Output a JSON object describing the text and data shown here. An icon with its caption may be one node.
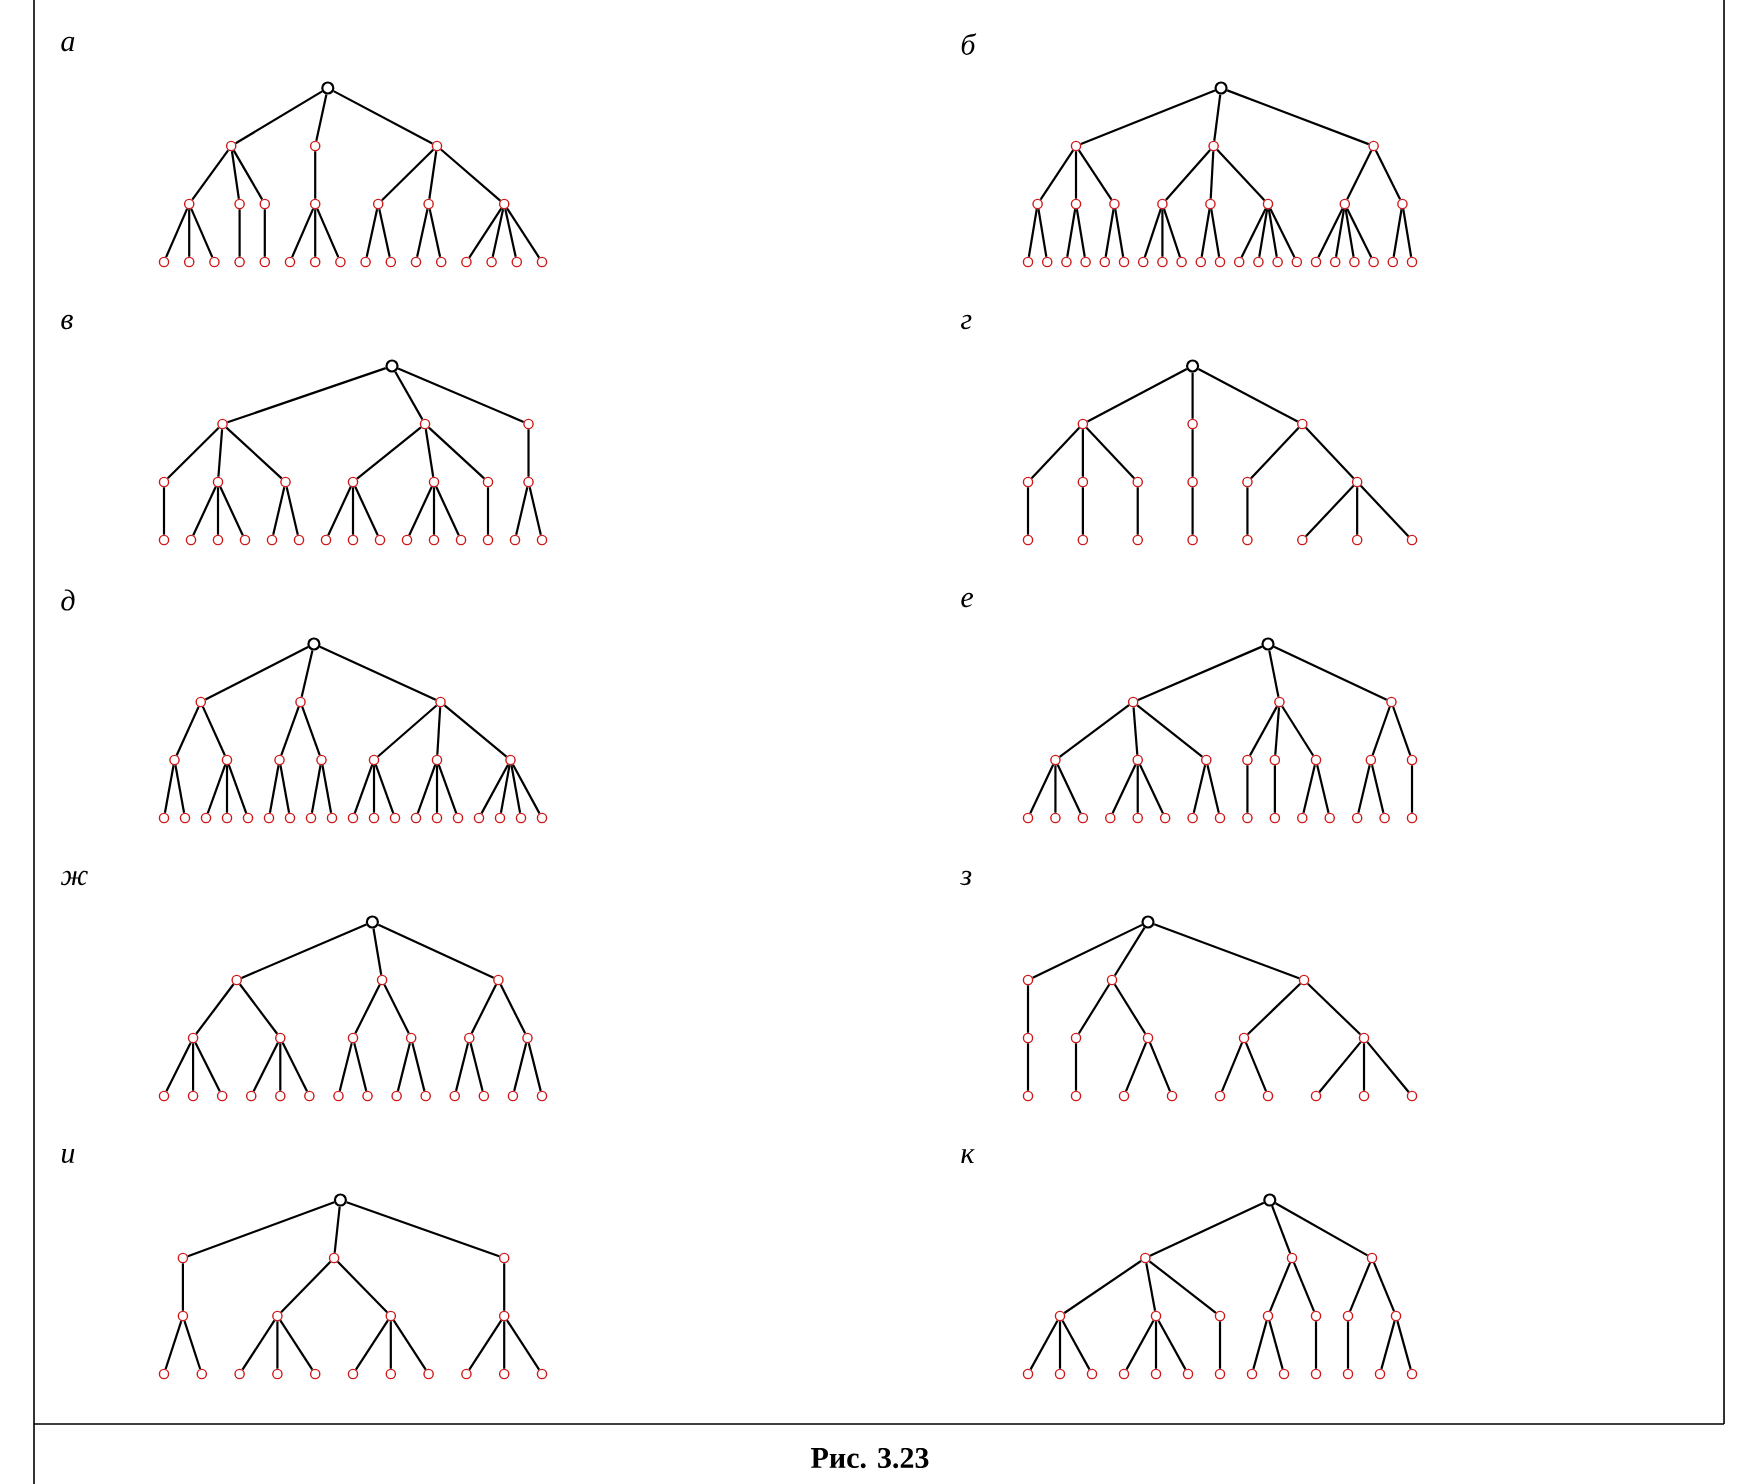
{
  "diagram": {
    "caption": "Рис. 3.23",
    "labels": [
      "а",
      "б",
      "в",
      "г",
      "д",
      "е",
      "ж",
      "з",
      "и",
      "к"
    ],
    "nodes": [
      {
        "text": [],
        "shape": "circle"
      },
      {
        "text": [],
        "shape": "circle"
      },
      {
        "text": [],
        "shape": "circle"
      },
      {
        "text": [],
        "shape": "circle"
      },
      {
        "text": [],
        "shape": "circle"
      },
      {
        "text": [],
        "shape": "circle"
      },
      {
        "text": [],
        "shape": "circle"
      },
      {
        "text": [],
        "shape": "circle"
      },
      {
        "text": [],
        "shape": "circle"
      },
      {
        "text": [],
        "shape": "circle"
      },
      {
        "text": [],
        "shape": "circle"
      },
      {
        "text": [],
        "shape": "circle"
      },
      {
        "text": [],
        "shape": "circle"
      },
      {
        "text": [],
        "shape": "circle"
      },
      {
        "text": [],
        "shape": "circle"
      },
      {
        "text": [],
        "shape": "circle"
      },
      {
        "text": [],
        "shape": "circle"
      },
      {
        "text": [],
        "shape": "circle"
      },
      {
        "text": [],
        "shape": "circle"
      },
      {
        "text": [],
        "shape": "circle"
      },
      {
        "text": [],
        "shape": "circle"
      },
      {
        "text": [],
        "shape": "circle"
      },
      {
        "text": [],
        "shape": "circle"
      },
      {
        "text": [],
        "shape": "circle"
      },
      {
        "text": [],
        "shape": "circle"
      },
      {
        "text": [],
        "shape": "circle"
      },
      {
        "text": [],
        "shape": "circle"
      },
      {
        "text": [],
        "shape": "circle"
      },
      {
        "text": [],
        "shape": "circle"
      },
      {
        "text": [],
        "shape": "circle"
      },
      {
        "text": [],
        "shape": "circle"
      },
      {
        "text": [],
        "shape": "circle"
      },
      {
        "text": [],
        "shape": "circle"
      },
      {
        "text": [],
        "shape": "circle"
      },
      {
        "text": [],
        "shape": "circle"
      },
      {
        "text": [],
        "shape": "circle"
      },
      {
        "text": [],
        "shape": "circle"
      },
      {
        "text": [],
        "shape": "circle"
      },
      {
        "text": [],
        "shape": "circle"
      },
      {
        "text": [],
        "shape": "circle"
      },
      {
        "text": [],
        "shape": "circle"
      },
      {
        "text": [],
        "shape": "circle"
      },
      {
        "text": [],
        "shape": "circle"
      },
      {
        "text": [],
        "shape": "circle"
      },
      {
        "text": [],
        "shape": "circle"
      },
      {
        "text": [],
        "shape": "circle"
      },
      {
        "text": [],
        "shape": "circle"
      },
      {
        "text": [],
        "shape": "circle"
      },
      {
        "text": [],
        "shape": "circle"
      },
      {
        "text": [],
        "shape": "circle"
      },
      {
        "text": [],
        "shape": "circle"
      },
      {
        "text": [],
        "shape": "circle"
      },
      {
        "text": [],
        "shape": "circle"
      },
      {
        "text": [],
        "shape": "circle"
      },
      {
        "text": [],
        "shape": "circle"
      },
      {
        "text": [],
        "shape": "circle"
      },
      {
        "text": [],
        "shape": "circle"
      },
      {
        "text": [],
        "shape": "circle"
      },
      {
        "text": [],
        "shape": "circle"
      },
      {
        "text": [],
        "shape": "circle"
      },
      {
        "text": [],
        "shape": "circle"
      },
      {
        "text": [],
        "shape": "circle"
      },
      {
        "text": [],
        "shape": "circle"
      },
      {
        "text": [],
        "shape": "circle"
      },
      {
        "text": [],
        "shape": "circle"
      },
      {
        "text": [],
        "shape": "circle"
      },
      {
        "text": [],
        "shape": "circle"
      },
      {
        "text": [],
        "shape": "circle"
      },
      {
        "text": [],
        "shape": "circle"
      },
      {
        "text": [],
        "shape": "circle"
      },
      {
        "text": [],
        "shape": "circle"
      },
      {
        "text": [],
        "shape": "circle"
      },
      {
        "text": [],
        "shape": "circle"
      },
      {
        "text": [],
        "shape": "circle"
      },
      {
        "text": [],
        "shape": "circle"
      },
      {
        "text": [],
        "shape": "circle"
      },
      {
        "text": [],
        "shape": "circle"
      },
      {
        "text": [],
        "shape": "circle"
      },
      {
        "text": [],
        "shape": "circle"
      },
      {
        "text": [],
        "shape": "circle"
      },
      {
        "text": [],
        "shape": "circle"
      },
      {
        "text": [],
        "shape": "circle"
      },
      {
        "text": [],
        "shape": "circle"
      },
      {
        "text": [],
        "shape": "circle"
      },
      {
        "text": [],
        "shape": "circle"
      },
      {
        "text": [],
        "shape": "circle"
      },
      {
        "text": [],
        "shape": "circle"
      },
      {
        "text": [],
        "shape": "circle"
      },
      {
        "text": [],
        "shape": "circle"
      },
      {
        "text": [],
        "shape": "circle"
      },
      {
        "text": [],
        "shape": "circle"
      },
      {
        "text": [],
        "shape": "circle"
      },
      {
        "text": [],
        "shape": "circle"
      },
      {
        "text": [],
        "shape": "circle"
      },
      {
        "text": [],
        "shape": "circle"
      },
      {
        "text": [],
        "shape": "circle"
      },
      {
        "text": [],
        "shape": "circle"
      },
      {
        "text": [],
        "shape": "circle"
      },
      {
        "text": [],
        "shape": "circle"
      },
      {
        "text": [],
        "shape": "circle"
      },
      {
        "text": [],
        "shape": "circle"
      },
      {
        "text": [],
        "shape": "circle"
      },
      {
        "text": [],
        "shape": "circle"
      },
      {
        "text": [],
        "shape": "circle"
      },
      {
        "text": [],
        "shape": "circle"
      },
      {
        "text": [],
        "shape": "circle"
      },
      {
        "text": [],
        "shape": "circle"
      },
      {
        "text": [],
        "shape": "circle"
      },
      {
        "text": [],
        "shape": "circle"
      },
      {
        "text": [],
        "shape": "circle"
      },
      {
        "text": [],
        "shape": "circle"
      },
      {
        "text": [],
        "shape": "circle"
      },
      {
        "text": [],
        "shape": "circle"
      },
      {
        "text": [],
        "shape": "circle"
      },
      {
        "text": [],
        "shape": "circle"
      },
      {
        "text": [],
        "shape": "circle"
      },
      {
        "text": [],
        "shape": "circle"
      },
      {
        "text": [],
        "shape": "circle"
      },
      {
        "text": [],
        "shape": "circle"
      },
      {
        "text": [],
        "shape": "circle"
      },
      {
        "text": [],
        "shape": "circle"
      },
      {
        "text": [],
        "shape": "circle"
      },
      {
        "text": [],
        "shape": "circle"
      },
      {
        "text": [],
        "shape": "circle"
      },
      {
        "text": [],
        "shape": "circle"
      },
      {
        "text": [],
        "shape": "circle"
      },
      {
        "text": [],
        "shape": "circle"
      },
      {
        "text": [],
        "shape": "circle"
      },
      {
        "text": [],
        "shape": "circle"
      },
      {
        "text": [],
        "shape": "circle"
      },
      {
        "text": [],
        "shape": "circle"
      },
      {
        "text": [],
        "shape": "circle"
      },
      {
        "text": [],
        "shape": "circle"
      },
      {
        "text": [],
        "shape": "circle"
      },
      {
        "text": [],
        "shape": "circle"
      },
      {
        "text": [],
        "shape": "circle"
      },
      {
        "text": [],
        "shape": "circle"
      },
      {
        "text": [],
        "shape": "circle"
      },
      {
        "text": [],
        "shape": "circle"
      },
      {
        "text": [],
        "shape": "circle"
      },
      {
        "text": [],
        "shape": "circle"
      },
      {
        "text": [],
        "shape": "circle"
      },
      {
        "text": [],
        "shape": "circle"
      },
      {
        "text": [],
        "shape": "circle"
      },
      {
        "text": [],
        "shape": "circle"
      },
      {
        "text": [],
        "shape": "circle"
      },
      {
        "text": [],
        "shape": "circle"
      },
      {
        "text": [],
        "shape": "circle"
      },
      {
        "text": [],
        "shape": "circle"
      },
      {
        "text": [],
        "shape": "circle"
      },
      {
        "text": [],
        "shape": "circle"
      },
      {
        "text": [],
        "shape": "circle"
      },
      {
        "text": [],
        "shape": "circle"
      },
      {
        "text": [],
        "shape": "circle"
      },
      {
        "text": [],
        "shape": "circle"
      },
      {
        "text": [],
        "shape": "circle"
      },
      {
        "text": [],
        "shape": "circle"
      },
      {
        "text": [],
        "shape": "circle"
      },
      {
        "text": [],
        "shape": "circle"
      },
      {
        "text": [],
        "shape": "circle"
      },
      {
        "text": [],
        "shape": "circle"
      },
      {
        "text": [],
        "shape": "circle"
      },
      {
        "text": [],
        "shape": "circle"
      },
      {
        "text": [],
        "shape": "circle"
      },
      {
        "text": [],
        "shape": "circle"
      },
      {
        "text": [],
        "shape": "circle"
      },
      {
        "text": [],
        "shape": "circle"
      },
      {
        "text": [],
        "shape": "circle"
      },
      {
        "text": [],
        "shape": "circle"
      },
      {
        "text": [],
        "shape": "circle"
      },
      {
        "text": [],
        "shape": "circle"
      },
      {
        "text": [],
        "shape": "circle"
      },
      {
        "text": [],
        "shape": "circle"
      },
      {
        "text": [],
        "shape": "circle"
      },
      {
        "text": [],
        "shape": "circle"
      },
      {
        "text": [],
        "shape": "circle"
      },
      {
        "text": [],
        "shape": "circle"
      },
      {
        "text": [],
        "shape": "circle"
      },
      {
        "text": [],
        "shape": "circle"
      },
      {
        "text": [],
        "shape": "circle"
      },
      {
        "text": [],
        "shape": "circle"
      },
      {
        "text": [],
        "shape": "circle"
      },
      {
        "text": [],
        "shape": "circle"
      },
      {
        "text": [],
        "shape": "circle"
      },
      {
        "text": [],
        "shape": "circle"
      },
      {
        "text": [],
        "shape": "circle"
      },
      {
        "text": [],
        "shape": "circle"
      },
      {
        "text": [],
        "shape": "circle"
      },
      {
        "text": [],
        "shape": "circle"
      },
      {
        "text": [],
        "shape": "circle"
      },
      {
        "text": [],
        "shape": "circle"
      },
      {
        "text": [],
        "shape": "circle"
      },
      {
        "text": [],
        "shape": "circle"
      },
      {
        "text": [],
        "shape": "circle"
      },
      {
        "text": [],
        "shape": "circle"
      },
      {
        "text": [],
        "shape": "circle"
      },
      {
        "text": [],
        "shape": "circle"
      },
      {
        "text": [],
        "shape": "circle"
      },
      {
        "text": [],
        "shape": "circle"
      },
      {
        "text": [],
        "shape": "circle"
      },
      {
        "text": [],
        "shape": "circle"
      },
      {
        "text": [],
        "shape": "circle"
      },
      {
        "text": [],
        "shape": "circle"
      },
      {
        "text": [],
        "shape": "circle"
      },
      {
        "text": [],
        "shape": "circle"
      },
      {
        "text": [],
        "shape": "circle"
      },
      {
        "text": [],
        "shape": "circle"
      },
      {
        "text": [],
        "shape": "circle"
      },
      {
        "text": [],
        "shape": "circle"
      },
      {
        "text": [],
        "shape": "circle"
      },
      {
        "text": [],
        "shape": "circle"
      },
      {
        "text": [],
        "shape": "circle"
      },
      {
        "text": [],
        "shape": "circle"
      },
      {
        "text": [],
        "shape": "circle"
      },
      {
        "text": [],
        "shape": "circle"
      },
      {
        "text": [],
        "shape": "circle"
      },
      {
        "text": [],
        "shape": "circle"
      },
      {
        "text": [],
        "shape": "circle"
      },
      {
        "text": [],
        "shape": "circle"
      },
      {
        "text": [],
        "shape": "circle"
      },
      {
        "text": [],
        "shape": "circle"
      },
      {
        "text": [],
        "shape": "circle"
      },
      {
        "text": [],
        "shape": "circle"
      },
      {
        "text": [],
        "shape": "circle"
      },
      {
        "text": [],
        "shape": "circle"
      },
      {
        "text": [],
        "shape": "circle"
      },
      {
        "text": [],
        "shape": "circle"
      },
      {
        "text": [],
        "shape": "circle"
      },
      {
        "text": [],
        "shape": "circle"
      },
      {
        "text": [],
        "shape": "circle"
      },
      {
        "text": [],
        "shape": "circle"
      },
      {
        "text": [],
        "shape": "circle"
      },
      {
        "text": [],
        "shape": "circle"
      },
      {
        "text": [],
        "shape": "circle"
      },
      {
        "text": [],
        "shape": "circle"
      },
      {
        "text": [],
        "shape": "circle"
      },
      {
        "text": [],
        "shape": "circle"
      },
      {
        "text": [],
        "shape": "circle"
      },
      {
        "text": [],
        "shape": "circle"
      },
      {
        "text": [],
        "shape": "circle"
      },
      {
        "text": [],
        "shape": "circle"
      },
      {
        "text": [],
        "shape": "circle"
      },
      {
        "text": [],
        "shape": "circle"
      },
      {
        "text": [],
        "shape": "circle"
      },
      {
        "text": [],
        "shape": "circle"
      },
      {
        "text": [],
        "shape": "circle"
      }
    ],
    "edges": [
      {
        "from": 0,
        "to": 1,
        "arrow": "none"
      },
      {
        "from": 0,
        "to": 2,
        "arrow": "none"
      },
      {
        "from": 0,
        "to": 3,
        "arrow": "none"
      },
      {
        "from": 1,
        "to": 4,
        "arrow": "none"
      },
      {
        "from": 1,
        "to": 5,
        "arrow": "none"
      },
      {
        "from": 1,
        "to": 6,
        "arrow": "none"
      },
      {
        "from": 2,
        "to": 7,
        "arrow": "none"
      },
      {
        "from": 3,
        "to": 8,
        "arrow": "none"
      },
      {
        "from": 3,
        "to": 9,
        "arrow": "none"
      },
      {
        "from": 3,
        "to": 10,
        "arrow": "none"
      },
      {
        "from": 4,
        "to": 11,
        "arrow": "none"
      },
      {
        "from": 4,
        "to": 12,
        "arrow": "none"
      },
      {
        "from": 4,
        "to": 13,
        "arrow": "none"
      },
      {
        "from": 5,
        "to": 14,
        "arrow": "none"
      },
      {
        "from": 6,
        "to": 15,
        "arrow": "none"
      },
      {
        "from": 7,
        "to": 16,
        "arrow": "none"
      },
      {
        "from": 7,
        "to": 17,
        "arrow": "none"
      },
      {
        "from": 7,
        "to": 18,
        "arrow": "none"
      },
      {
        "from": 8,
        "to": 19,
        "arrow": "none"
      },
      {
        "from": 8,
        "to": 20,
        "arrow": "none"
      },
      {
        "from": 9,
        "to": 21,
        "arrow": "none"
      },
      {
        "from": 9,
        "to": 22,
        "arrow": "none"
      },
      {
        "from": 10,
        "to": 23,
        "arrow": "none"
      },
      {
        "from": 10,
        "to": 24,
        "arrow": "none"
      },
      {
        "from": 10,
        "to": 25,
        "arrow": "none"
      },
      {
        "from": 10,
        "to": 26,
        "arrow": "none"
      },
      {
        "from": 27,
        "to": 28,
        "arrow": "none"
      },
      {
        "from": 27,
        "to": 29,
        "arrow": "none"
      },
      {
        "from": 27,
        "to": 30,
        "arrow": "none"
      },
      {
        "from": 28,
        "to": 31,
        "arrow": "none"
      },
      {
        "from": 28,
        "to": 32,
        "arrow": "none"
      },
      {
        "from": 28,
        "to": 33,
        "arrow": "none"
      },
      {
        "from": 29,
        "to": 34,
        "arrow": "none"
      },
      {
        "from": 29,
        "to": 35,
        "arrow": "none"
      },
      {
        "from": 29,
        "to": 36,
        "arrow": "none"
      },
      {
        "from": 30,
        "to": 37,
        "arrow": "none"
      },
      {
        "from": 30,
        "to": 38,
        "arrow": "none"
      },
      {
        "from": 31,
        "to": 39,
        "arrow": "none"
      },
      {
        "from": 31,
        "to": 40,
        "arrow": "none"
      },
      {
        "from": 32,
        "to": 41,
        "arrow": "none"
      },
      {
        "from": 32,
        "to": 42,
        "arrow": "none"
      },
      {
        "from": 33,
        "to": 43,
        "arrow": "none"
      },
      {
        "from": 33,
        "to": 44,
        "arrow": "none"
      },
      {
        "from": 34,
        "to": 45,
        "arrow": "none"
      },
      {
        "from": 34,
        "to": 46,
        "arrow": "none"
      },
      {
        "from": 34,
        "to": 47,
        "arrow": "none"
      },
      {
        "from": 35,
        "to": 48,
        "arrow": "none"
      },
      {
        "from": 35,
        "to": 49,
        "arrow": "none"
      },
      {
        "from": 36,
        "to": 50,
        "arrow": "none"
      },
      {
        "from": 36,
        "to": 51,
        "arrow": "none"
      },
      {
        "from": 36,
        "to": 52,
        "arrow": "none"
      },
      {
        "from": 36,
        "to": 53,
        "arrow": "none"
      },
      {
        "from": 37,
        "to": 54,
        "arrow": "none"
      },
      {
        "from": 37,
        "to": 55,
        "arrow": "none"
      },
      {
        "from": 37,
        "to": 56,
        "arrow": "none"
      },
      {
        "from": 37,
        "to": 57,
        "arrow": "none"
      },
      {
        "from": 38,
        "to": 58,
        "arrow": "none"
      },
      {
        "from": 38,
        "to": 59,
        "arrow": "none"
      },
      {
        "from": 60,
        "to": 61,
        "arrow": "none"
      },
      {
        "from": 60,
        "to": 62,
        "arrow": "none"
      },
      {
        "from": 60,
        "to": 63,
        "arrow": "none"
      },
      {
        "from": 61,
        "to": 64,
        "arrow": "none"
      },
      {
        "from": 61,
        "to": 65,
        "arrow": "none"
      },
      {
        "from": 61,
        "to": 66,
        "arrow": "none"
      },
      {
        "from": 62,
        "to": 67,
        "arrow": "none"
      },
      {
        "from": 62,
        "to": 68,
        "arrow": "none"
      },
      {
        "from": 62,
        "to": 69,
        "arrow": "none"
      },
      {
        "from": 63,
        "to": 70,
        "arrow": "none"
      },
      {
        "from": 64,
        "to": 71,
        "arrow": "none"
      },
      {
        "from": 65,
        "to": 72,
        "arrow": "none"
      },
      {
        "from": 65,
        "to": 73,
        "arrow": "none"
      },
      {
        "from": 65,
        "to": 74,
        "arrow": "none"
      },
      {
        "from": 66,
        "to": 75,
        "arrow": "none"
      },
      {
        "from": 66,
        "to": 76,
        "arrow": "none"
      },
      {
        "from": 67,
        "to": 77,
        "arrow": "none"
      },
      {
        "from": 67,
        "to": 78,
        "arrow": "none"
      },
      {
        "from": 67,
        "to": 79,
        "arrow": "none"
      },
      {
        "from": 68,
        "to": 80,
        "arrow": "none"
      },
      {
        "from": 68,
        "to": 81,
        "arrow": "none"
      },
      {
        "from": 68,
        "to": 82,
        "arrow": "none"
      },
      {
        "from": 69,
        "to": 83,
        "arrow": "none"
      },
      {
        "from": 70,
        "to": 84,
        "arrow": "none"
      },
      {
        "from": 70,
        "to": 85,
        "arrow": "none"
      },
      {
        "from": 86,
        "to": 87,
        "arrow": "none"
      },
      {
        "from": 86,
        "to": 88,
        "arrow": "none"
      },
      {
        "from": 86,
        "to": 89,
        "arrow": "none"
      },
      {
        "from": 87,
        "to": 90,
        "arrow": "none"
      },
      {
        "from": 87,
        "to": 91,
        "arrow": "none"
      },
      {
        "from": 87,
        "to": 92,
        "arrow": "none"
      },
      {
        "from": 88,
        "to": 93,
        "arrow": "none"
      },
      {
        "from": 89,
        "to": 94,
        "arrow": "none"
      },
      {
        "from": 89,
        "to": 95,
        "arrow": "none"
      },
      {
        "from": 90,
        "to": 96,
        "arrow": "none"
      },
      {
        "from": 91,
        "to": 97,
        "arrow": "none"
      },
      {
        "from": 92,
        "to": 98,
        "arrow": "none"
      },
      {
        "from": 93,
        "to": 99,
        "arrow": "none"
      },
      {
        "from": 94,
        "to": 100,
        "arrow": "none"
      },
      {
        "from": 95,
        "to": 101,
        "arrow": "none"
      },
      {
        "from": 95,
        "to": 102,
        "arrow": "none"
      },
      {
        "from": 95,
        "to": 103,
        "arrow": "none"
      },
      {
        "from": 104,
        "to": 105,
        "arrow": "none"
      },
      {
        "from": 104,
        "to": 106,
        "arrow": "none"
      },
      {
        "from": 104,
        "to": 107,
        "arrow": "none"
      },
      {
        "from": 105,
        "to": 108,
        "arrow": "none"
      },
      {
        "from": 105,
        "to": 109,
        "arrow": "none"
      },
      {
        "from": 106,
        "to": 110,
        "arrow": "none"
      },
      {
        "from": 106,
        "to": 111,
        "arrow": "none"
      },
      {
        "from": 107,
        "to": 112,
        "arrow": "none"
      },
      {
        "from": 107,
        "to": 113,
        "arrow": "none"
      },
      {
        "from": 107,
        "to": 114,
        "arrow": "none"
      },
      {
        "from": 108,
        "to": 115,
        "arrow": "none"
      },
      {
        "from": 108,
        "to": 116,
        "arrow": "none"
      },
      {
        "from": 109,
        "to": 117,
        "arrow": "none"
      },
      {
        "from": 109,
        "to": 118,
        "arrow": "none"
      },
      {
        "from": 109,
        "to": 119,
        "arrow": "none"
      },
      {
        "from": 110,
        "to": 120,
        "arrow": "none"
      },
      {
        "from": 110,
        "to": 121,
        "arrow": "none"
      },
      {
        "from": 111,
        "to": 122,
        "arrow": "none"
      },
      {
        "from": 111,
        "to": 123,
        "arrow": "none"
      },
      {
        "from": 112,
        "to": 124,
        "arrow": "none"
      },
      {
        "from": 112,
        "to": 125,
        "arrow": "none"
      },
      {
        "from": 112,
        "to": 126,
        "arrow": "none"
      },
      {
        "from": 113,
        "to": 127,
        "arrow": "none"
      },
      {
        "from": 113,
        "to": 128,
        "arrow": "none"
      },
      {
        "from": 113,
        "to": 129,
        "arrow": "none"
      },
      {
        "from": 114,
        "to": 130,
        "arrow": "none"
      },
      {
        "from": 114,
        "to": 131,
        "arrow": "none"
      },
      {
        "from": 114,
        "to": 132,
        "arrow": "none"
      },
      {
        "from": 114,
        "to": 133,
        "arrow": "none"
      },
      {
        "from": 134,
        "to": 135,
        "arrow": "none"
      },
      {
        "from": 134,
        "to": 136,
        "arrow": "none"
      },
      {
        "from": 134,
        "to": 137,
        "arrow": "none"
      },
      {
        "from": 135,
        "to": 138,
        "arrow": "none"
      },
      {
        "from": 135,
        "to": 139,
        "arrow": "none"
      },
      {
        "from": 135,
        "to": 140,
        "arrow": "none"
      },
      {
        "from": 136,
        "to": 141,
        "arrow": "none"
      },
      {
        "from": 136,
        "to": 142,
        "arrow": "none"
      },
      {
        "from": 136,
        "to": 143,
        "arrow": "none"
      },
      {
        "from": 137,
        "to": 144,
        "arrow": "none"
      },
      {
        "from": 137,
        "to": 145,
        "arrow": "none"
      },
      {
        "from": 138,
        "to": 146,
        "arrow": "none"
      },
      {
        "from": 138,
        "to": 147,
        "arrow": "none"
      },
      {
        "from": 138,
        "to": 148,
        "arrow": "none"
      },
      {
        "from": 139,
        "to": 149,
        "arrow": "none"
      },
      {
        "from": 139,
        "to": 150,
        "arrow": "none"
      },
      {
        "from": 139,
        "to": 151,
        "arrow": "none"
      },
      {
        "from": 140,
        "to": 152,
        "arrow": "none"
      },
      {
        "from": 140,
        "to": 153,
        "arrow": "none"
      },
      {
        "from": 141,
        "to": 154,
        "arrow": "none"
      },
      {
        "from": 142,
        "to": 155,
        "arrow": "none"
      },
      {
        "from": 143,
        "to": 156,
        "arrow": "none"
      },
      {
        "from": 143,
        "to": 157,
        "arrow": "none"
      },
      {
        "from": 144,
        "to": 158,
        "arrow": "none"
      },
      {
        "from": 144,
        "to": 159,
        "arrow": "none"
      },
      {
        "from": 145,
        "to": 160,
        "arrow": "none"
      },
      {
        "from": 161,
        "to": 162,
        "arrow": "none"
      },
      {
        "from": 161,
        "to": 163,
        "arrow": "none"
      },
      {
        "from": 161,
        "to": 164,
        "arrow": "none"
      },
      {
        "from": 162,
        "to": 165,
        "arrow": "none"
      },
      {
        "from": 162,
        "to": 166,
        "arrow": "none"
      },
      {
        "from": 163,
        "to": 167,
        "arrow": "none"
      },
      {
        "from": 163,
        "to": 168,
        "arrow": "none"
      },
      {
        "from": 164,
        "to": 169,
        "arrow": "none"
      },
      {
        "from": 164,
        "to": 170,
        "arrow": "none"
      },
      {
        "from": 165,
        "to": 171,
        "arrow": "none"
      },
      {
        "from": 165,
        "to": 172,
        "arrow": "none"
      },
      {
        "from": 165,
        "to": 173,
        "arrow": "none"
      },
      {
        "from": 166,
        "to": 174,
        "arrow": "none"
      },
      {
        "from": 166,
        "to": 175,
        "arrow": "none"
      },
      {
        "from": 166,
        "to": 176,
        "arrow": "none"
      },
      {
        "from": 167,
        "to": 177,
        "arrow": "none"
      },
      {
        "from": 167,
        "to": 178,
        "arrow": "none"
      },
      {
        "from": 168,
        "to": 179,
        "arrow": "none"
      },
      {
        "from": 168,
        "to": 180,
        "arrow": "none"
      },
      {
        "from": 169,
        "to": 181,
        "arrow": "none"
      },
      {
        "from": 169,
        "to": 182,
        "arrow": "none"
      },
      {
        "from": 170,
        "to": 183,
        "arrow": "none"
      },
      {
        "from": 170,
        "to": 184,
        "arrow": "none"
      },
      {
        "from": 185,
        "to": 186,
        "arrow": "none"
      },
      {
        "from": 185,
        "to": 187,
        "arrow": "none"
      },
      {
        "from": 185,
        "to": 188,
        "arrow": "none"
      },
      {
        "from": 186,
        "to": 189,
        "arrow": "none"
      },
      {
        "from": 187,
        "to": 190,
        "arrow": "none"
      },
      {
        "from": 187,
        "to": 191,
        "arrow": "none"
      },
      {
        "from": 188,
        "to": 192,
        "arrow": "none"
      },
      {
        "from": 188,
        "to": 193,
        "arrow": "none"
      },
      {
        "from": 189,
        "to": 194,
        "arrow": "none"
      },
      {
        "from": 190,
        "to": 195,
        "arrow": "none"
      },
      {
        "from": 191,
        "to": 196,
        "arrow": "none"
      },
      {
        "from": 191,
        "to": 197,
        "arrow": "none"
      },
      {
        "from": 192,
        "to": 198,
        "arrow": "none"
      },
      {
        "from": 192,
        "to": 199,
        "arrow": "none"
      },
      {
        "from": 193,
        "to": 200,
        "arrow": "none"
      },
      {
        "from": 193,
        "to": 201,
        "arrow": "none"
      },
      {
        "from": 193,
        "to": 202,
        "arrow": "none"
      },
      {
        "from": 203,
        "to": 204,
        "arrow": "none"
      },
      {
        "from": 203,
        "to": 205,
        "arrow": "none"
      },
      {
        "from": 203,
        "to": 206,
        "arrow": "none"
      },
      {
        "from": 204,
        "to": 207,
        "arrow": "none"
      },
      {
        "from": 205,
        "to": 208,
        "arrow": "none"
      },
      {
        "from": 205,
        "to": 209,
        "arrow": "none"
      },
      {
        "from": 206,
        "to": 210,
        "arrow": "none"
      },
      {
        "from": 207,
        "to": 211,
        "arrow": "none"
      },
      {
        "from": 207,
        "to": 212,
        "arrow": "none"
      },
      {
        "from": 208,
        "to": 213,
        "arrow": "none"
      },
      {
        "from": 208,
        "to": 214,
        "arrow": "none"
      },
      {
        "from": 208,
        "to": 215,
        "arrow": "none"
      },
      {
        "from": 209,
        "to": 216,
        "arrow": "none"
      },
      {
        "from": 209,
        "to": 217,
        "arrow": "none"
      },
      {
        "from": 209,
        "to": 218,
        "arrow": "none"
      },
      {
        "from": 210,
        "to": 219,
        "arrow": "none"
      },
      {
        "from": 210,
        "to": 220,
        "arrow": "none"
      },
      {
        "from": 210,
        "to": 221,
        "arrow": "none"
      },
      {
        "from": 222,
        "to": 223,
        "arrow": "none"
      },
      {
        "from": 222,
        "to": 224,
        "arrow": "none"
      },
      {
        "from": 222,
        "to": 225,
        "arrow": "none"
      },
      {
        "from": 223,
        "to": 226,
        "arrow": "none"
      },
      {
        "from": 223,
        "to": 227,
        "arrow": "none"
      },
      {
        "from": 223,
        "to": 228,
        "arrow": "none"
      },
      {
        "from": 224,
        "to": 229,
        "arrow": "none"
      },
      {
        "from": 224,
        "to": 230,
        "arrow": "none"
      },
      {
        "from": 225,
        "to": 231,
        "arrow": "none"
      },
      {
        "from": 225,
        "to": 232,
        "arrow": "none"
      },
      {
        "from": 226,
        "to": 233,
        "arrow": "none"
      },
      {
        "from": 226,
        "to": 234,
        "arrow": "none"
      },
      {
        "from": 226,
        "to": 235,
        "arrow": "none"
      },
      {
        "from": 227,
        "to": 236,
        "arrow": "none"
      },
      {
        "from": 227,
        "to": 237,
        "arrow": "none"
      },
      {
        "from": 227,
        "to": 238,
        "arrow": "none"
      },
      {
        "from": 228,
        "to": 239,
        "arrow": "none"
      },
      {
        "from": 229,
        "to": 240,
        "arrow": "none"
      },
      {
        "from": 229,
        "to": 241,
        "arrow": "none"
      },
      {
        "from": 230,
        "to": 242,
        "arrow": "none"
      },
      {
        "from": 231,
        "to": 243,
        "arrow": "none"
      },
      {
        "from": 232,
        "to": 244,
        "arrow": "none"
      },
      {
        "from": 232,
        "to": 245,
        "arrow": "none"
      }
    ]
  }
}
